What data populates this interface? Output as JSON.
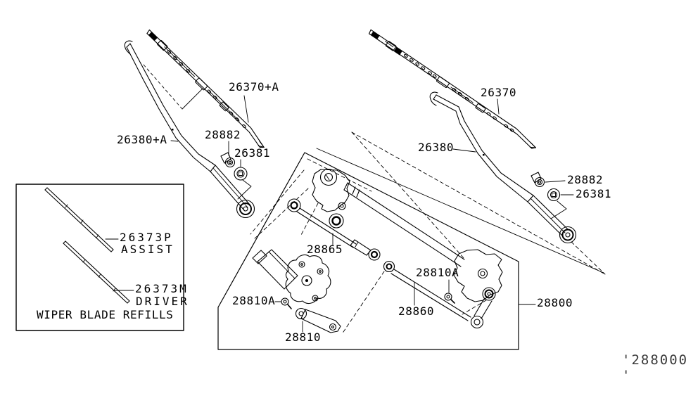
{
  "figure": {
    "colors": {
      "background": "#ffffff",
      "ink": "#000000"
    },
    "watermark": "'288000 '",
    "labels": {
      "blade_left": "26370+A",
      "arm_left": "26380+A",
      "nut_left": "28882",
      "grommet_left": "26381",
      "blade_right": "26370",
      "arm_right": "26380",
      "nut_right": "28882",
      "grommet_right": "26381",
      "link_rod": "28865",
      "motor_bolt_left": "28810A",
      "motor": "28810",
      "connect_rod": "28860",
      "motor_bolt_right": "28810A",
      "linkage_assembly": "28800"
    },
    "refill_box": {
      "caption": "WIPER BLADE REFILLS",
      "assist_part": "26373P",
      "assist_role": "ASSIST",
      "driver_part": "26373M",
      "driver_role": "DRIVER"
    }
  }
}
